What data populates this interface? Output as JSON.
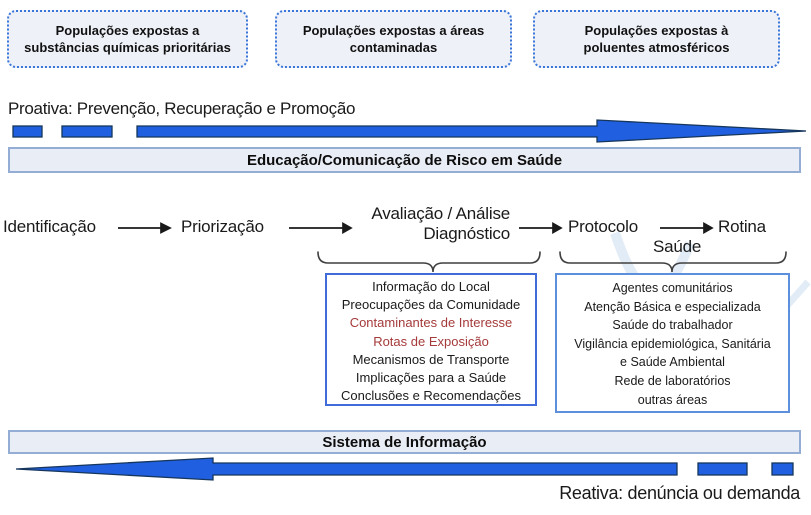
{
  "title": "Fluxo de Vigilância em Saúde Ambiental",
  "colors": {
    "arrow_blue": "#1f5fe0",
    "arrow_outline": "#16365c",
    "banner_bg": "#e9edf5",
    "banner_border": "#94add5",
    "dotted_box_border": "#3a76d9",
    "assessment_box_border": "#3f6cd8",
    "health_box_border": "#5c90dd",
    "highlight_red": "#a53a3a"
  },
  "top_boxes": [
    {
      "line1": "Populações expostas a",
      "line2": "substâncias químicas prioritárias"
    },
    {
      "line1": "Populações expostas a áreas",
      "line2": "contaminadas"
    },
    {
      "line1": "Populações expostas à",
      "line2": "poluentes atmosféricos"
    }
  ],
  "proactive": {
    "label": "Proativa: Prevenção, Recuperação e Promoção"
  },
  "reactive": {
    "label": "Reativa: denúncia ou demanda"
  },
  "banner_education": {
    "label": "Educação/Comunicação de Risco em Saúde"
  },
  "banner_information": {
    "label": "Sistema de Informação"
  },
  "flow": {
    "step1": "Identificação",
    "step2": "Priorização",
    "step3_line1": "Avaliação / Análise",
    "step3_line2": "Diagnóstico",
    "step4_line1": "Protocolo",
    "step4_line2": "Saúde",
    "step5": "Rotina"
  },
  "assessment_box": {
    "items": [
      "Informação do Local",
      "Preocupações da Comunidade",
      "Contaminantes de Interesse",
      "Rotas de Exposição",
      "Mecanismos de Transporte",
      "Implicações para a Saúde",
      "Conclusões e Recomendações"
    ],
    "red_items": [
      "Contaminantes de Interesse",
      "Rotas de Exposição"
    ]
  },
  "health_box": {
    "items": [
      "Agentes comunitários",
      "Atenção Básica e especializada",
      "Saúde do trabalhador",
      "Vigilância epidemiológica, Sanitária",
      "e Saúde Ambiental",
      "Rede de laboratórios",
      "outras áreas"
    ]
  }
}
